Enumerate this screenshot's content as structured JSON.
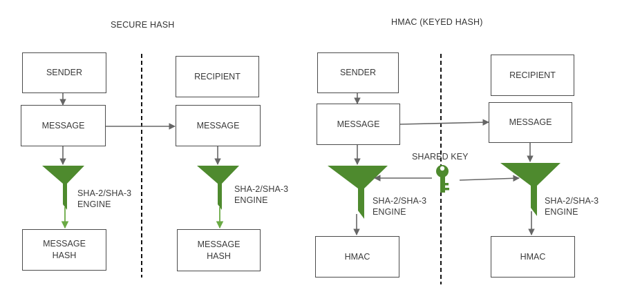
{
  "secure_hash": {
    "title": "SECURE HASH",
    "sender": "SENDER",
    "recipient": "RECIPIENT",
    "message_sender": "MESSAGE",
    "message_recipient": "MESSAGE",
    "engine_left_line1": "SHA-2/SHA-3",
    "engine_left_line2": "ENGINE",
    "engine_right_line1": "SHA-2/SHA-3",
    "engine_right_line2": "ENGINE",
    "hash_left_line1": "MESSAGE",
    "hash_left_line2": "HASH",
    "hash_right_line1": "MESSAGE",
    "hash_right_line2": "HASH"
  },
  "hmac": {
    "title": "HMAC (KEYED HASH)",
    "sender": "SENDER",
    "recipient": "RECIPIENT",
    "message_sender": "MESSAGE",
    "message_recipient": "MESSAGE",
    "shared_key": "SHARED KEY",
    "engine_left_line1": "SHA-2/SHA-3",
    "engine_left_line2": "ENGINE",
    "engine_right_line1": "SHA-2/SHA-3",
    "engine_right_line2": "ENGINE",
    "output_left": "HMAC",
    "output_right": "HMAC"
  },
  "colors": {
    "funnel_green": "#4e8a2e",
    "output_arrow_green": "#6aaa44",
    "line_gray": "#666666",
    "box_border": "#4a4a4a",
    "divider": "#111111"
  },
  "icons": {
    "key": "key-icon",
    "funnel": "funnel-icon"
  }
}
